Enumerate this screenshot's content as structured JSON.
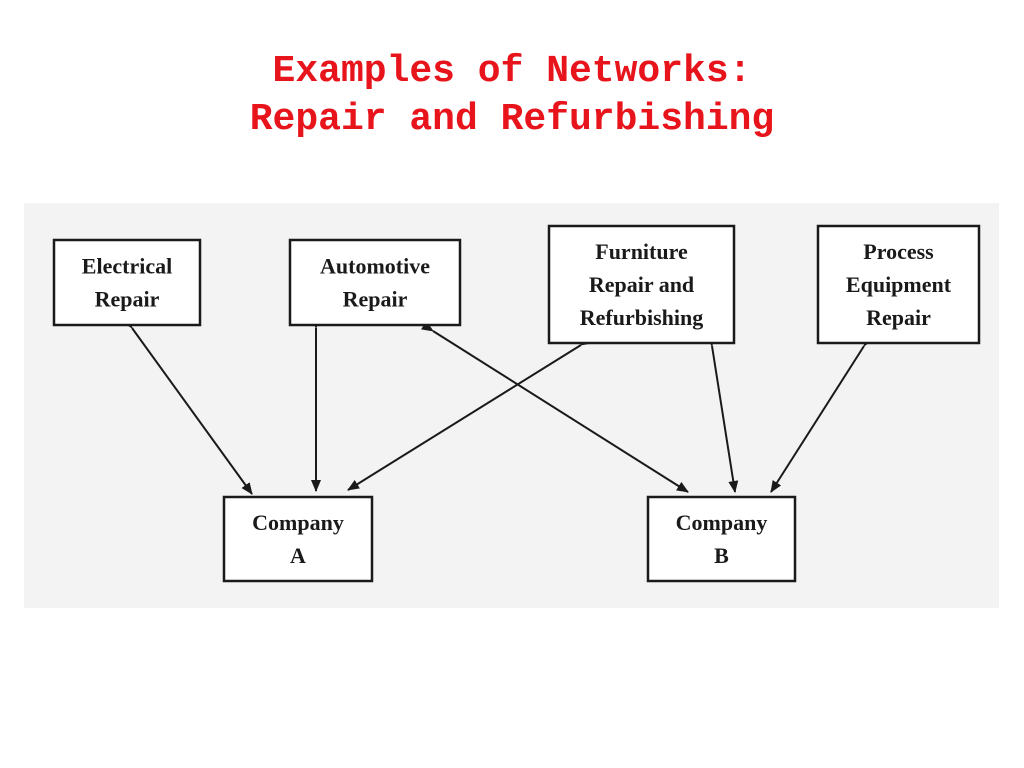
{
  "title": {
    "line1": "Examples of Networks:",
    "line2": "Repair and Refurbishing"
  },
  "colors": {
    "title": "#e8141c",
    "panel": "#f3f3f3",
    "ink": "#1a1a1a"
  },
  "nodes": {
    "electrical": [
      "Electrical",
      "Repair"
    ],
    "automotive": [
      "Automotive",
      "Repair"
    ],
    "furniture": [
      "Furniture",
      "Repair and",
      "Refurbishing"
    ],
    "process": [
      "Process",
      "Equipment",
      "Repair"
    ],
    "company_a": [
      "Company",
      "A"
    ],
    "company_b": [
      "Company",
      "B"
    ]
  },
  "edges": [
    [
      "electrical",
      "company_a"
    ],
    [
      "automotive",
      "company_a"
    ],
    [
      "furniture",
      "company_a"
    ],
    [
      "automotive",
      "company_b"
    ],
    [
      "furniture",
      "company_b"
    ],
    [
      "process",
      "company_b"
    ]
  ]
}
